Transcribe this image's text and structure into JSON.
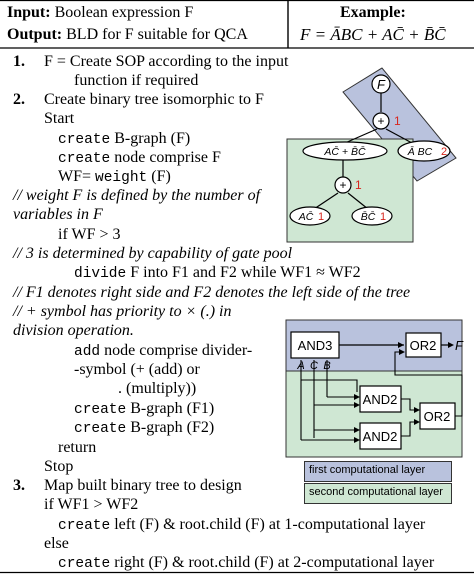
{
  "header": {
    "input_label": "Input:",
    "input_text": "Boolean expression F",
    "output_label": "Output:",
    "output_text": "BLD for F suitable for QCA",
    "example_label": "Example:",
    "example_expr": "F = ĀBC + AC̄ + B̄C̄"
  },
  "steps": [
    {
      "num": "1.",
      "lines": [
        "F = Create SOP according to the input",
        "function if required"
      ]
    },
    {
      "num": "2.",
      "lines": [
        "Create binary tree isomorphic to F",
        "Start"
      ]
    }
  ],
  "algo": {
    "l1_kw": "create",
    "l1_rest": "B-graph (F)",
    "l2_kw": "create",
    "l2_rest": "node comprise F",
    "l3_pre": "WF=",
    "l3_kw": "weight",
    "l3_rest": "(F)",
    "c1a": "// weight F is defined by the number of",
    "c1b": "variables in F",
    "if1": "if WF > 3",
    "c2": "// 3 is determined by capability of gate pool",
    "div_kw": "divide",
    "div_rest": "F into F1 and F2 while WF1 ≈ WF2",
    "c3": "// F1 denotes right side and F2 denotes the left side of the tree",
    "c4a": "// + symbol has priority to × (.) in",
    "c4b": "division operation.",
    "add_kw": "add",
    "add_rest": "node comprise divider-",
    "add2": "-symbol (+ (add) or",
    "add3": ". (multiply))",
    "cb1_kw": "create",
    "cb1_rest": "B-graph (F1)",
    "cb2_kw": "create",
    "cb2_rest": "B-graph (F2)",
    "ret": "return",
    "stop": "Stop",
    "s3_num": "3.",
    "s3": "Map built binary tree to design",
    "if2": "if WF1 > WF2",
    "cl_kw": "create",
    "cl_rest": "left (F) & root.child (F) at 1-computational layer",
    "else": "else",
    "cr_kw": "create",
    "cr_rest": "right (F) & root.child (F) at 2-computational layer"
  },
  "tree": {
    "root": "F",
    "plus": "+",
    "weight_root": "1",
    "left_node": "AC̄ + B̄C̄",
    "right_node": "Ā BC",
    "right_weight": "2",
    "leaf_left": "AC̄",
    "leaf_left_weight": "1",
    "leaf_right": "B̄C̄",
    "leaf_right_weight": "1",
    "inner_weight": "1"
  },
  "circuit": {
    "and3": "AND3",
    "or2_top": "OR2",
    "out": "F",
    "in_a": "A",
    "in_c": "C",
    "in_b": "B",
    "and2_a": "AND2",
    "and2_b": "AND2",
    "or2_bottom": "OR2"
  },
  "legend": {
    "first": "first computational layer",
    "second": "second computational layer"
  },
  "colors": {
    "blue_layer": "#b9c2dd",
    "green_layer": "#cfe7d3",
    "red_weight": "#d7261e"
  }
}
